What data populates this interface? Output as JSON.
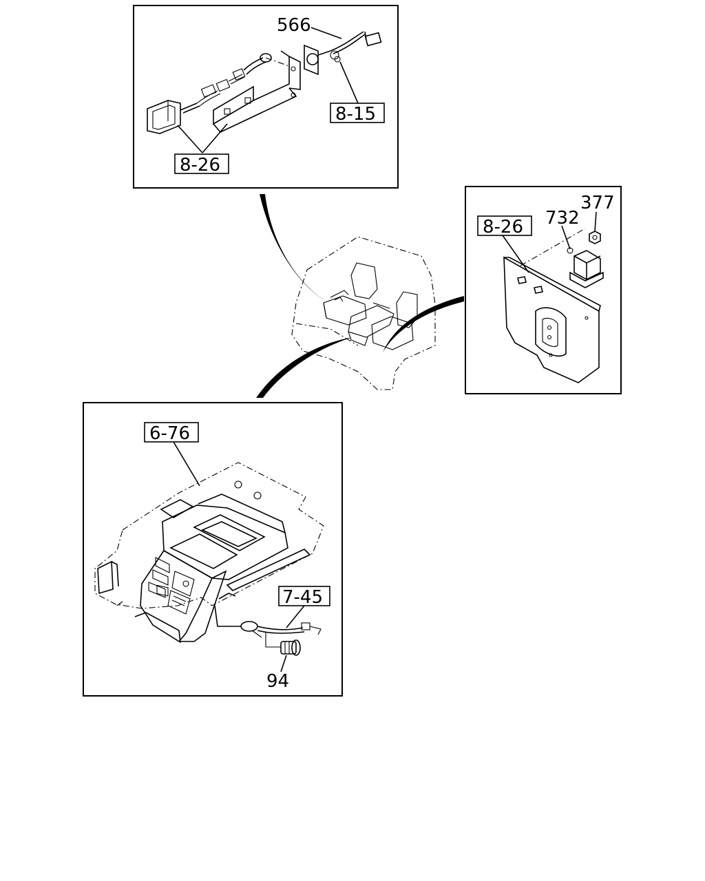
{
  "callouts": {
    "top_panel": {
      "part_566": "566",
      "ref_8_15": "8-15",
      "ref_8_26": "8-26"
    },
    "right_panel": {
      "ref_8_26": "8-26",
      "part_732": "732",
      "part_377": "377"
    },
    "bottom_panel": {
      "ref_6_76": "6-76",
      "ref_7_45": "7-45",
      "part_94": "94"
    }
  }
}
